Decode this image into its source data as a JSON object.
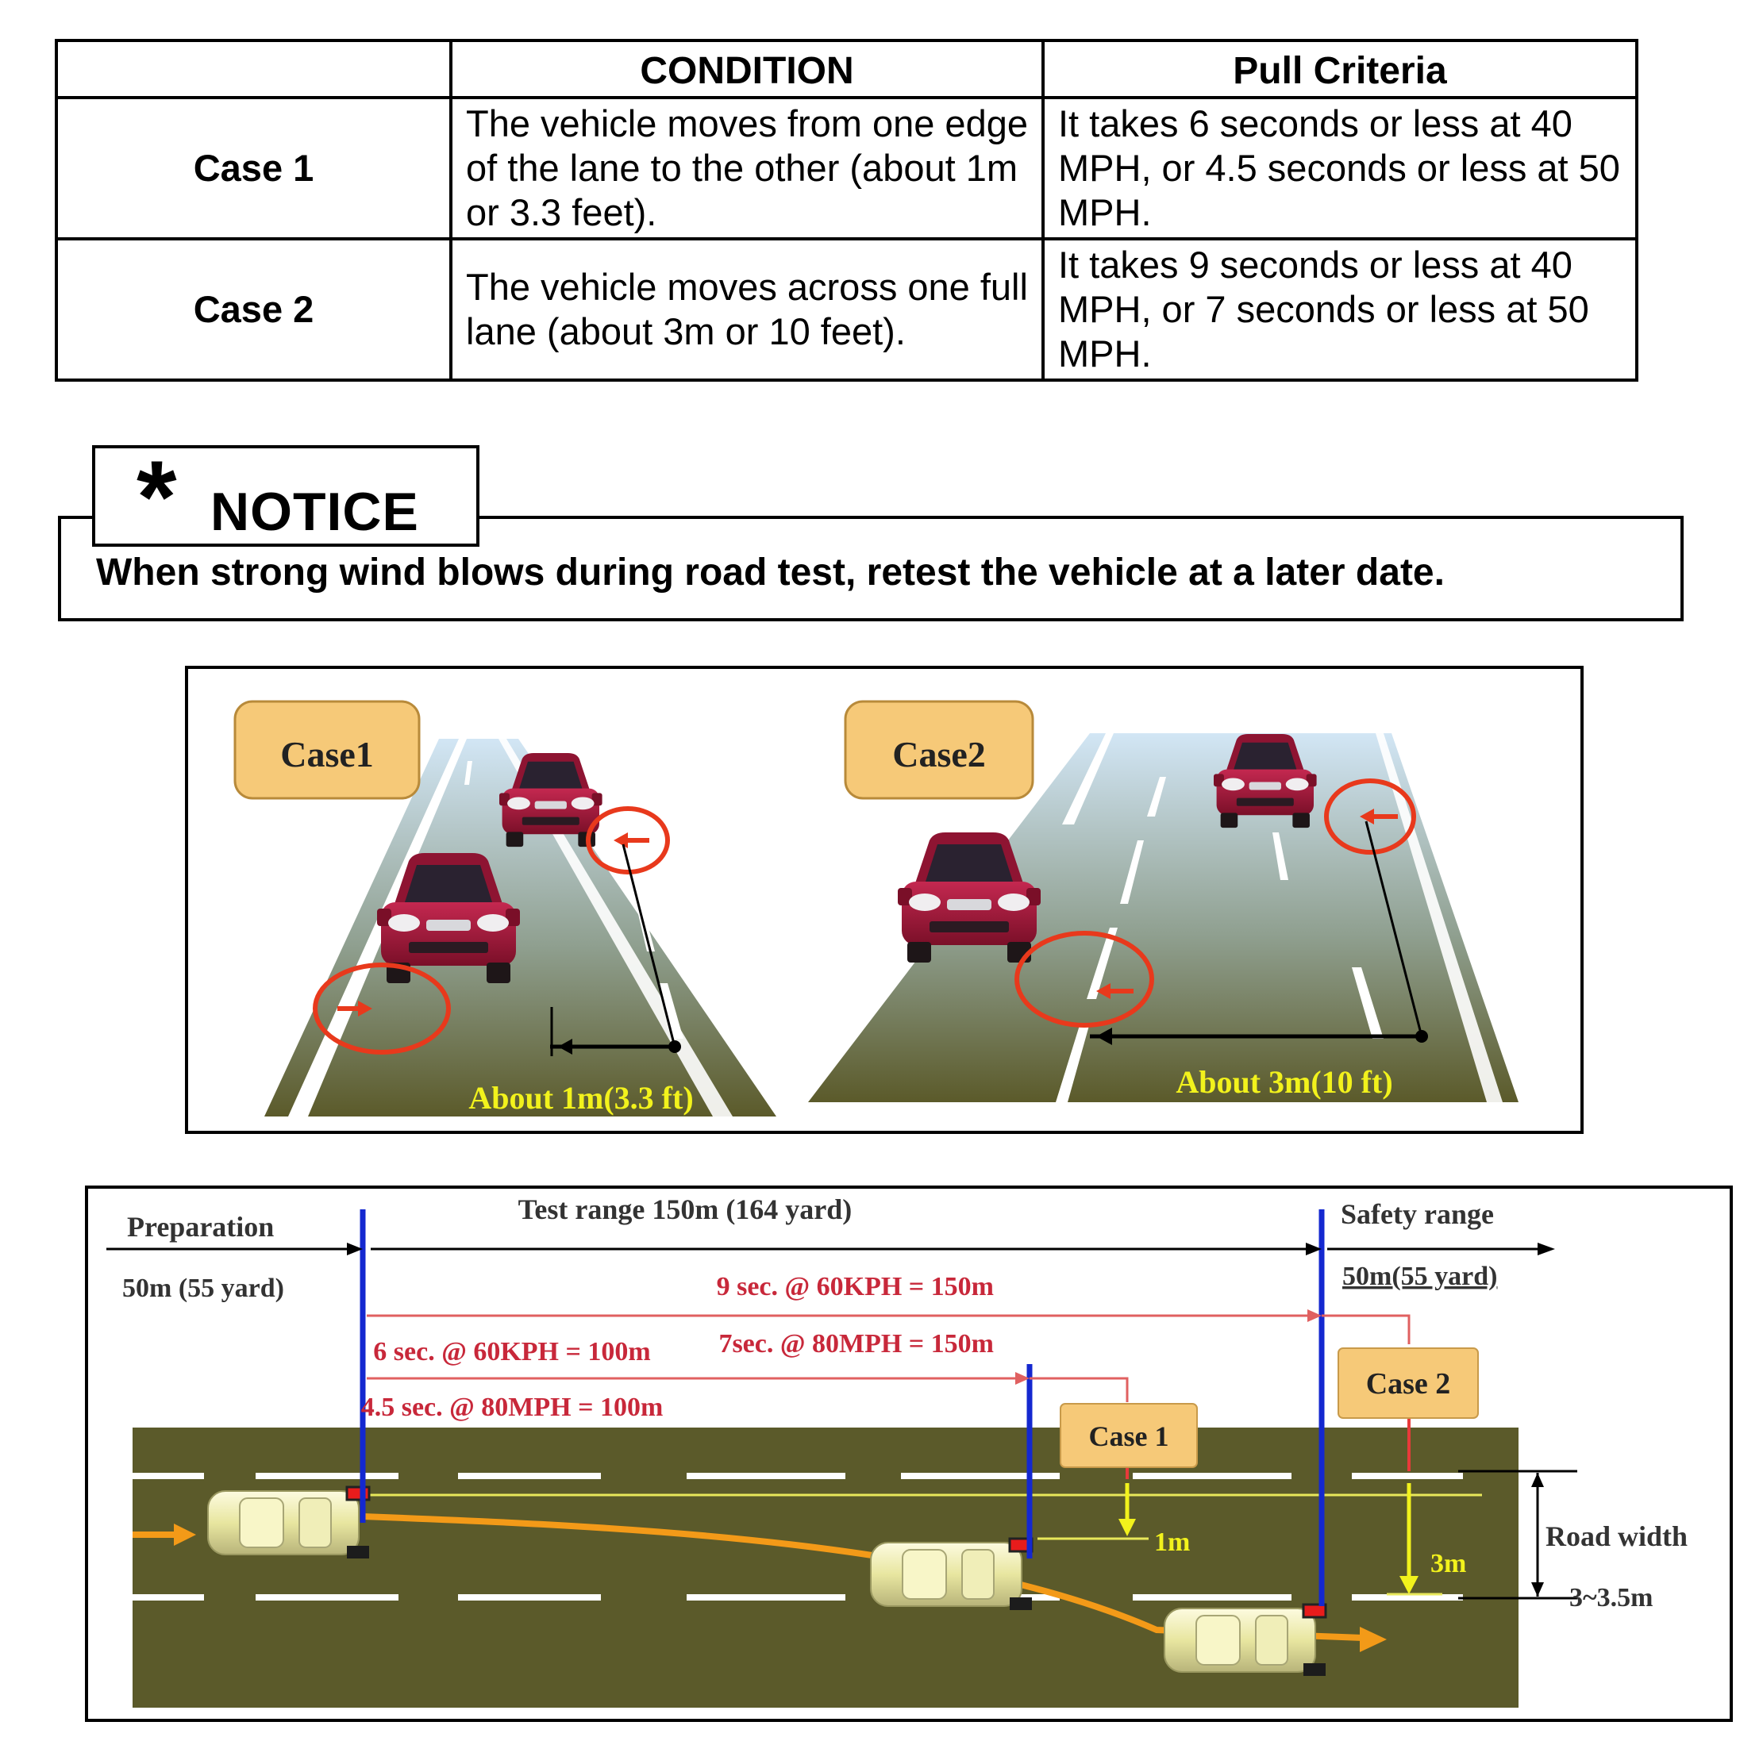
{
  "table": {
    "headers": [
      "",
      "CONDITION",
      "Pull Criteria"
    ],
    "rows": [
      {
        "case": "Case 1",
        "condition": "The vehicle moves from one edge of the lane to the other (about 1m or 3.3 feet).",
        "criteria": "It takes 6 seconds or less at 40 MPH, or 4.5 seconds or less at 50 MPH."
      },
      {
        "case": "Case 2",
        "condition": "The vehicle moves across one full lane (about 3m or 10 feet).",
        "criteria": "It takes 9 seconds or less at 40 MPH, or 7 seconds or less at 50 MPH."
      }
    ]
  },
  "notice": {
    "star": "*",
    "title": "NOTICE",
    "text": "When strong wind blows during road test, retest the vehicle at a later date."
  },
  "figure1": {
    "case1_label": "Case1",
    "case2_label": "Case2",
    "case1_distance": "About 1m(3.3 ft)",
    "case2_distance": "About 3m(10 ft)"
  },
  "figure2": {
    "preparation": "Preparation",
    "preparation_distance": "50m (55 yard)",
    "test_range": "Test range 150m (164 yard)",
    "safety_range": "Safety range",
    "safety_distance": "50m(55 yard)",
    "case2_line1": "9 sec. @ 60KPH = 150m",
    "case2_line2": "7sec. @ 80MPH = 150m",
    "case1_line1": "6 sec. @ 60KPH = 100m",
    "case1_line2": "4.5 sec. @ 80MPH = 100m",
    "case1_label": "Case 1",
    "case2_label": "Case 2",
    "offset_1m": "1m",
    "offset_3m": "3m",
    "road_width_label": "Road width",
    "road_width_value": "3~3.5m"
  },
  "colors": {
    "road": "#5b5a2a",
    "lane_marking": "#ffffff",
    "car_red": "#a8193a",
    "highlight_red": "#e8391c",
    "label_fill": "#f6c978",
    "yellow_text": "#f2f21c",
    "blue_line": "#1428d0",
    "path_orange": "#f39a18",
    "caption_red": "#c8283a"
  }
}
